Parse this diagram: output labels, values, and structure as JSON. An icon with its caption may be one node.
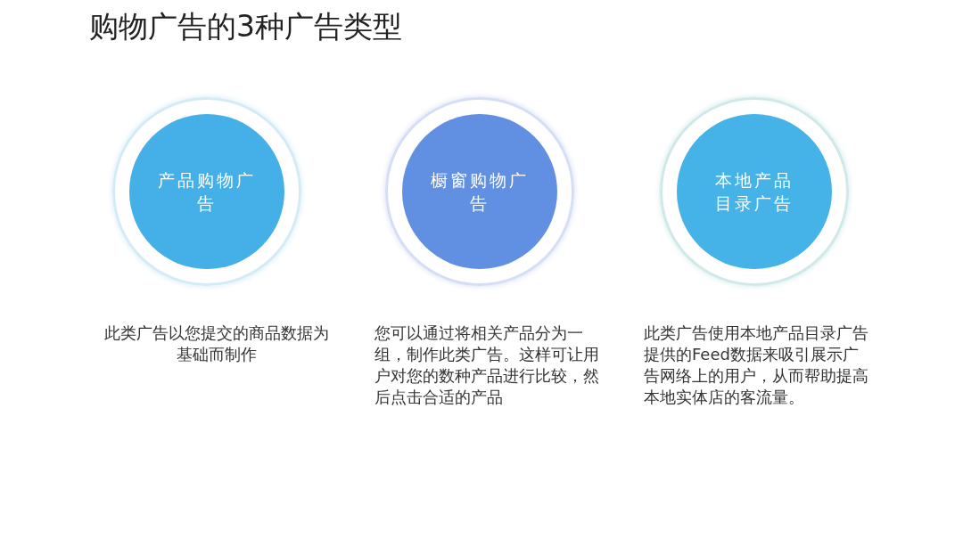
{
  "diagram": {
    "title": "购物广告的3种广告类型",
    "nodes": [
      {
        "text": [
          "产品购物广告"
        ],
        "beside": [
          "此类广告以您提交的商品数据为基础而制作"
        ]
      },
      {
        "text": [
          "橱窗购物广告"
        ],
        "beside": [
          "您可以通过将相关产品分为一组，制作此类广告。这样可让用户对您的数种产品进行比较，然后点击合适的产品"
        ]
      },
      {
        "text": [
          "本地产品目录广告"
        ],
        "beside": [
          "此类广告使用本地产品目录广告提供的Feed数据来吸引展示广告网络上的用户，从而帮助提高本地实体店的客流量。"
        ]
      }
    ],
    "edges": []
  }
}
